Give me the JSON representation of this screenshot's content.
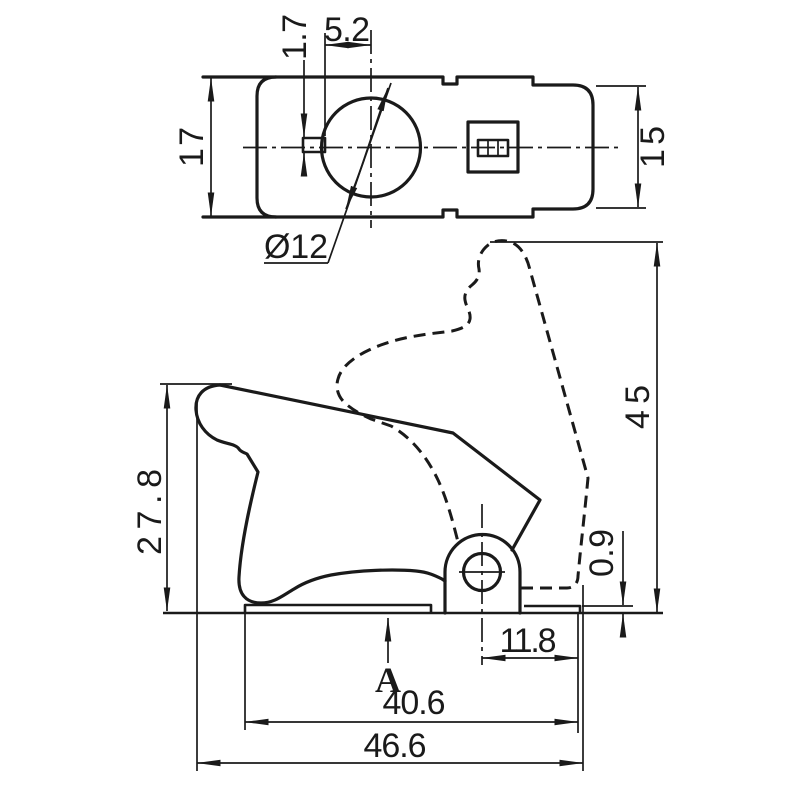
{
  "colors": {
    "background": "#ffffff",
    "line": "#1a1a1a"
  },
  "dims": {
    "slot_height": "1.7",
    "slot_to_center": "5.2",
    "body_height": "17",
    "end_height": "15",
    "hole_diameter": "Ø12",
    "closed_height": "27.8",
    "open_height": "45",
    "flange_thickness": "0.9",
    "pivot_to_edge": "11.8",
    "base_length": "40.6",
    "overall_length": "46.6",
    "datum_label": "A"
  }
}
